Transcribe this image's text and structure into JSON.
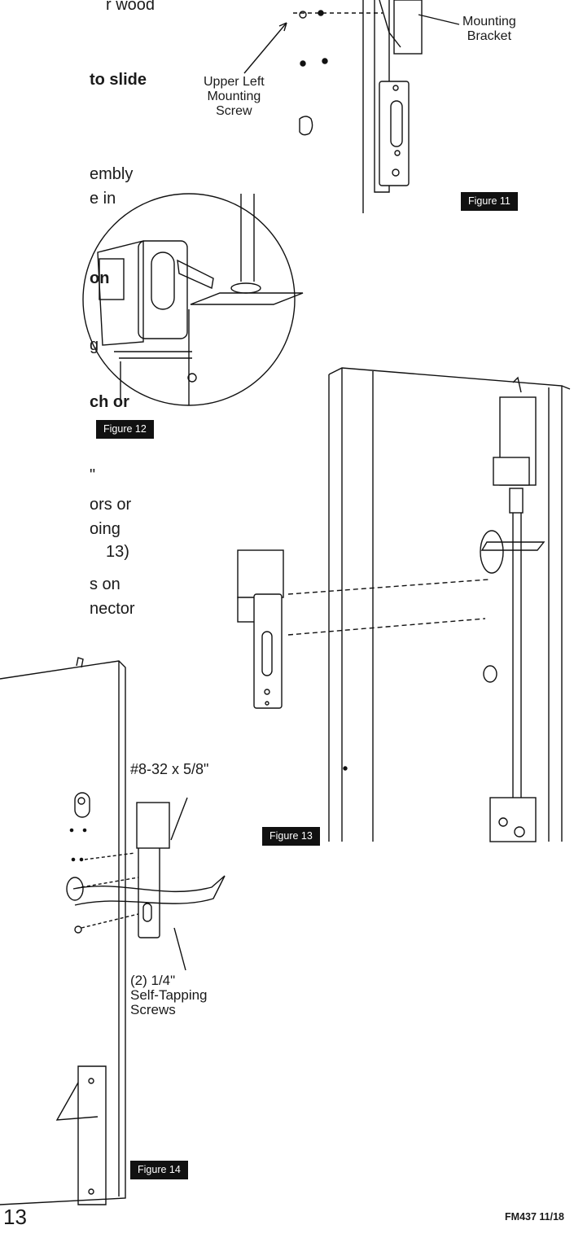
{
  "cutoff_text": [
    {
      "text": "r wood",
      "bold": false
    },
    {
      "text": "to slide",
      "bold": true
    },
    {
      "text": "embly",
      "bold": false
    },
    {
      "text": "e in",
      "bold": false
    },
    {
      "text": "on",
      "bold": true
    },
    {
      "text": "g",
      "bold": false
    },
    {
      "text": "ch or",
      "bold": true
    },
    {
      "text": "\"",
      "bold": false
    },
    {
      "text": "ors or",
      "bold": false
    },
    {
      "text": "oing",
      "bold": false
    },
    {
      "text": "13)",
      "bold": false
    },
    {
      "text": "s on",
      "bold": false
    },
    {
      "text": "nector",
      "bold": false
    }
  ],
  "figures": {
    "fig11": {
      "label": "Figure 11",
      "callouts": {
        "bracket_line1": "Mounting",
        "bracket_line2": "Bracket",
        "screw_line1": "Upper Left",
        "screw_line2": "Mounting",
        "screw_line3": "Screw"
      }
    },
    "fig12": {
      "label": "Figure 12"
    },
    "fig13": {
      "label": "Figure 13"
    },
    "fig14": {
      "label": "Figure 14",
      "callouts": {
        "screw_size": "#8-32 x 5/8\"",
        "tapping_line1": "(2) 1/4\"",
        "tapping_line2": "Self-Tapping",
        "tapping_line3": "Screws"
      }
    }
  },
  "footer": {
    "page_number": "13",
    "doc_id": "FM437 11/18"
  }
}
